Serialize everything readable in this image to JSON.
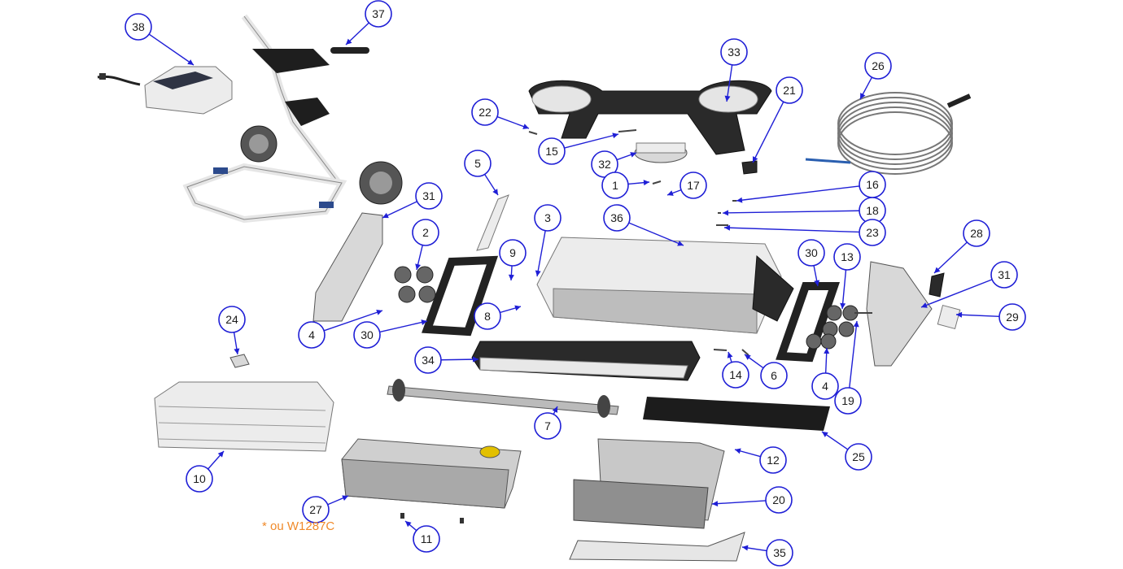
{
  "colors": {
    "callout_stroke": "#1f1fd6",
    "footnote": "#f08a2a"
  },
  "callouts": [
    {
      "label": "38"
    },
    {
      "label": "37"
    },
    {
      "label": "33"
    },
    {
      "label": "21"
    },
    {
      "label": "26"
    },
    {
      "label": "22"
    },
    {
      "label": "15"
    },
    {
      "label": "32"
    },
    {
      "label": "5"
    },
    {
      "label": "1"
    },
    {
      "label": "17"
    },
    {
      "label": "16"
    },
    {
      "label": "18"
    },
    {
      "label": "23"
    },
    {
      "label": "31"
    },
    {
      "label": "3"
    },
    {
      "label": "36"
    },
    {
      "label": "2"
    },
    {
      "label": "9"
    },
    {
      "label": "30"
    },
    {
      "label": "13"
    },
    {
      "label": "28"
    },
    {
      "label": "31"
    },
    {
      "label": "29"
    },
    {
      "label": "8"
    },
    {
      "label": "4"
    },
    {
      "label": "30"
    },
    {
      "label": "24"
    },
    {
      "label": "34"
    },
    {
      "label": "14"
    },
    {
      "label": "6"
    },
    {
      "label": "4"
    },
    {
      "label": "19"
    },
    {
      "label": "7"
    },
    {
      "label": "25"
    },
    {
      "label": "10"
    },
    {
      "label": "12"
    },
    {
      "label": "20"
    },
    {
      "label": "27"
    },
    {
      "label": "11"
    },
    {
      "label": "35"
    }
  ],
  "footnote": "* ou W1287C"
}
